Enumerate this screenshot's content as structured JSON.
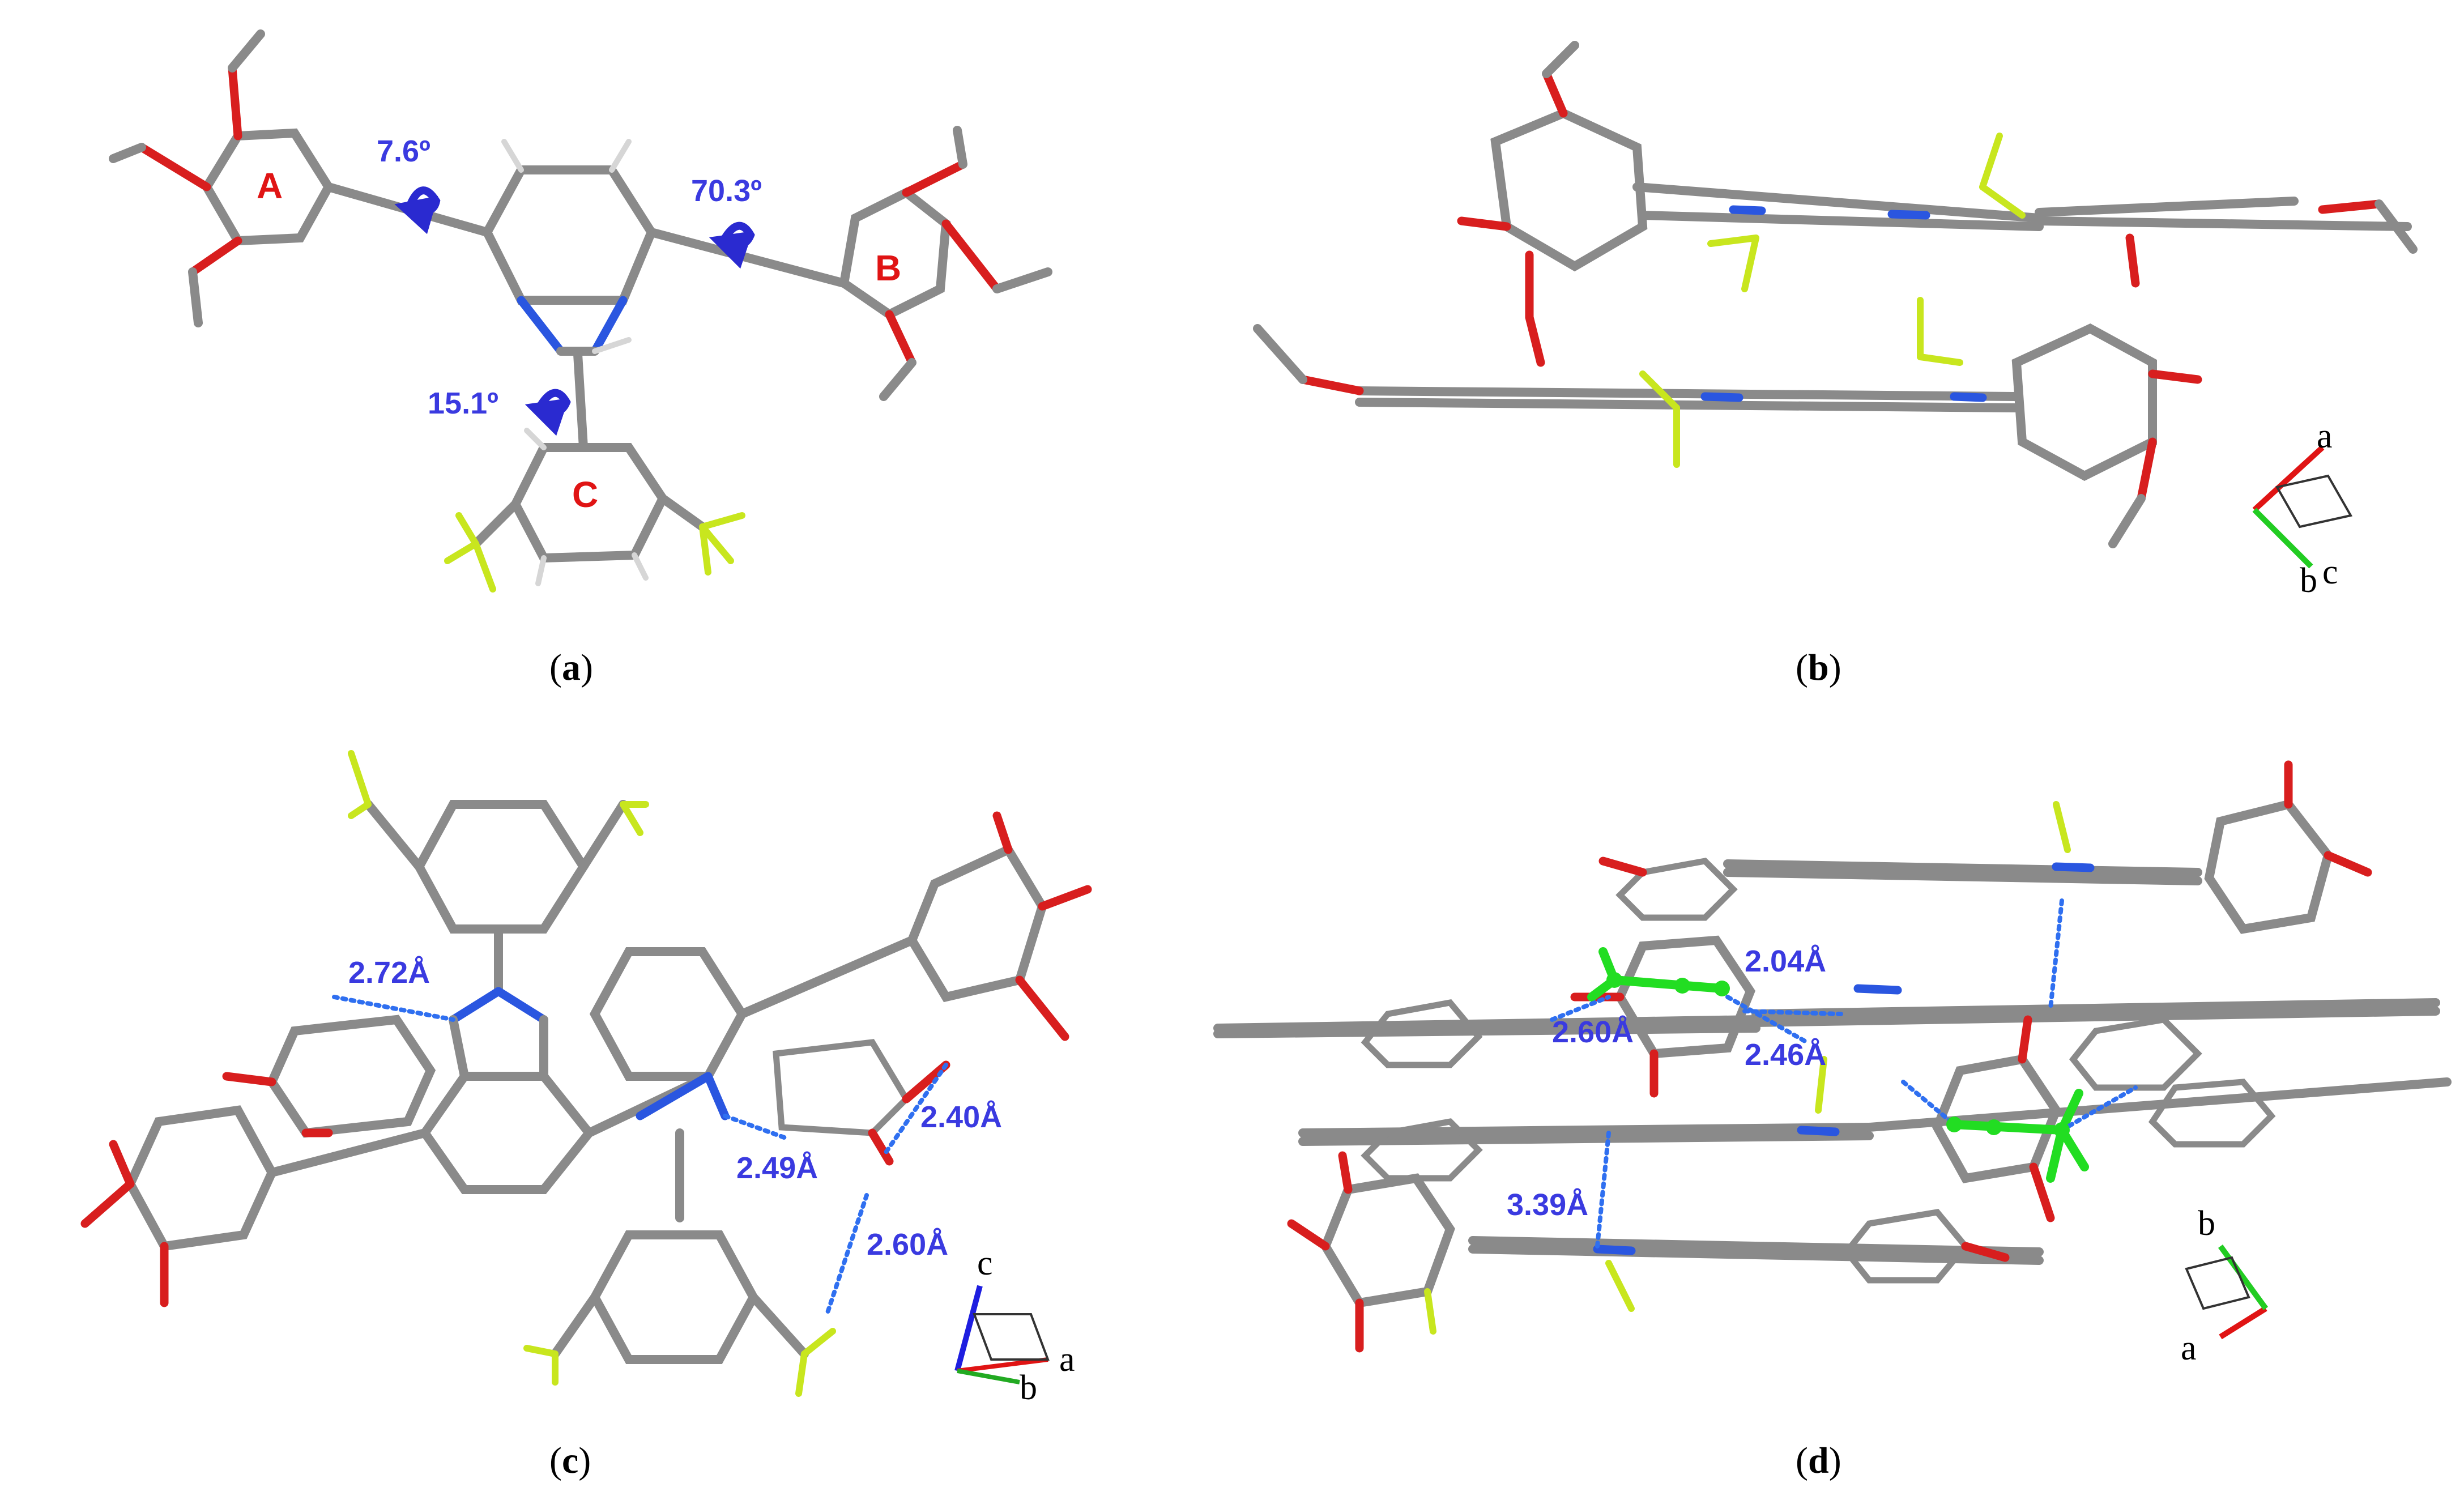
{
  "colors": {
    "measurement": "#3a3ae0",
    "ring_label": "#e01414",
    "carbon": "#8a8a8a",
    "hydrogen": "#d6d6d6",
    "oxygen": "#d81e1e",
    "nitrogen": "#2a56e0",
    "fluorine": "#c8e61e",
    "highlight": "#22dd22",
    "hbond": "#2f6ff0",
    "axis_a": "#e01414",
    "axis_b": "#22cc22",
    "axis_c": "#1e1ee0"
  },
  "panels": [
    {
      "id": "a",
      "caption": {
        "open": "(",
        "letter": "a",
        "close": ")"
      },
      "ring_labels": [
        "A",
        "B",
        "C"
      ],
      "angles": [
        "7.6º",
        "70.3º",
        "15.1º"
      ],
      "rotation_icon": "rotation-arrow-icon"
    },
    {
      "id": "b",
      "caption": {
        "open": "(",
        "letter": "b",
        "close": ")"
      },
      "axes": [
        "a",
        "b",
        "c"
      ]
    },
    {
      "id": "c",
      "caption": {
        "open": "(",
        "letter": "c",
        "close": ")"
      },
      "distances": [
        "2.72Å",
        "2.40Å",
        "2.49Å",
        "2.60Å"
      ],
      "axes": [
        "c",
        "a",
        "b"
      ]
    },
    {
      "id": "d",
      "caption": {
        "open": "(",
        "letter": "d",
        "close": ")"
      },
      "distances": [
        "2.04Å",
        "2.60Å",
        "2.46Å",
        "3.39Å"
      ],
      "axes": [
        "b",
        "a"
      ]
    }
  ]
}
